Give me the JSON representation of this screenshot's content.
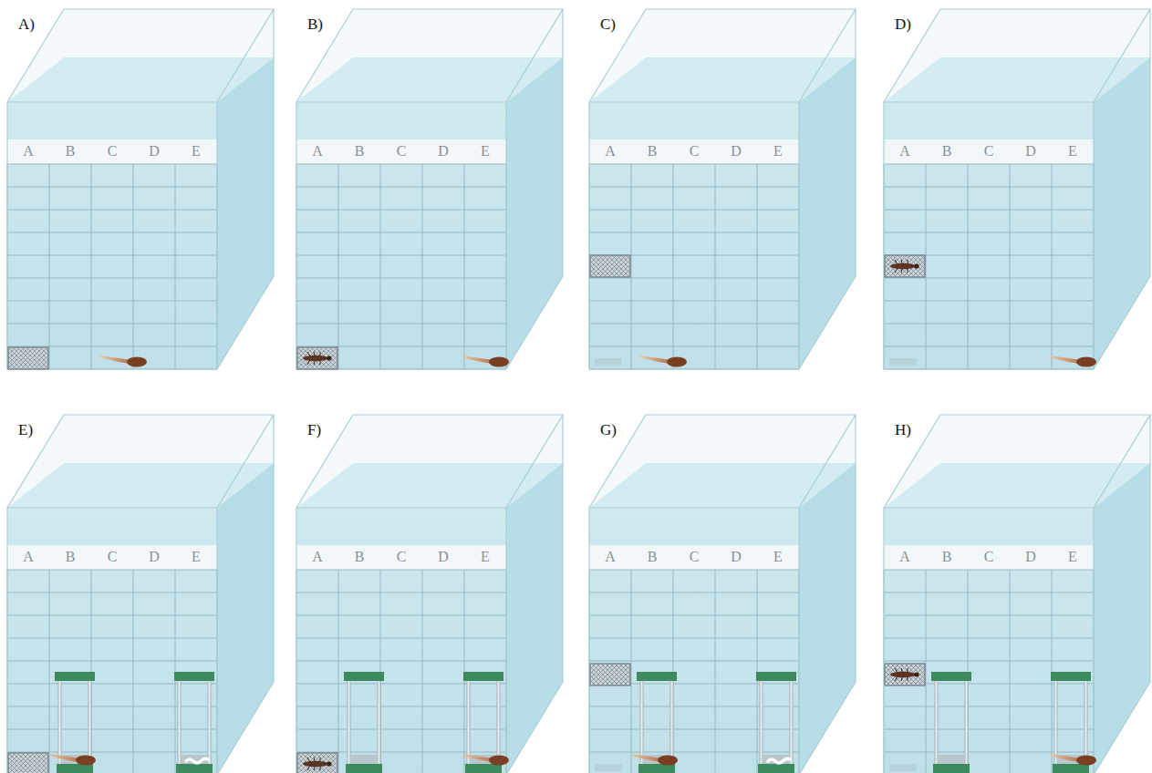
{
  "diagram": {
    "labels": [
      "A)",
      "A",
      "B",
      "C",
      "D",
      "E",
      "B)",
      "A",
      "B",
      "C",
      "D",
      "E",
      "C)",
      "A",
      "B",
      "C",
      "D",
      "E",
      "D)",
      "A",
      "B",
      "C",
      "D",
      "E",
      "E)",
      "A",
      "B",
      "C",
      "D",
      "E",
      "F)",
      "A",
      "B",
      "C",
      "D",
      "E",
      "G)",
      "A",
      "B",
      "C",
      "D",
      "E",
      "H)",
      "A",
      "B",
      "C",
      "D",
      "E"
    ]
  }
}
